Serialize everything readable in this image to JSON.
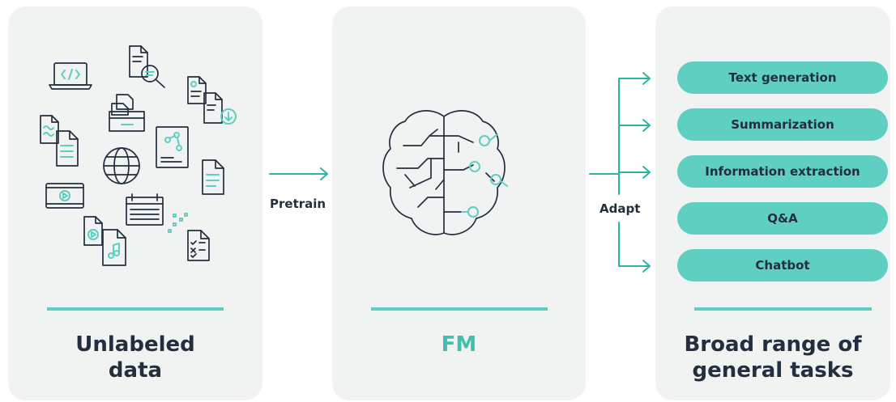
{
  "panels": {
    "unlabeled": {
      "title_line1": "Unlabeled",
      "title_line2": "data"
    },
    "fm": {
      "title": "FM"
    },
    "tasks": {
      "title_line1": "Broad range of",
      "title_line2": "general tasks"
    }
  },
  "flow": {
    "pretrain_label": "Pretrain",
    "adapt_label": "Adapt"
  },
  "tasks": [
    "Text generation",
    "Summarization",
    "Information extraction",
    "Q&A",
    "Chatbot"
  ],
  "icons": {
    "data_icons": [
      "laptop-code-icon",
      "document-search-icon",
      "document-settings-icon",
      "document-download-icon",
      "printer-icon",
      "audio-document-icon",
      "globe-icon",
      "diagram-document-icon",
      "text-document-icon",
      "video-icon",
      "calendar-icon",
      "media-document-icon",
      "music-document-icon",
      "checklist-document-icon"
    ],
    "fm_icon": "brain-circuit-icon"
  },
  "colors": {
    "accent": "#5fcfc2",
    "arrow": "#2bb5a4",
    "text": "#232f3e",
    "panel_bg": "#f1f2f2",
    "fm_title": "#40bfb0"
  }
}
